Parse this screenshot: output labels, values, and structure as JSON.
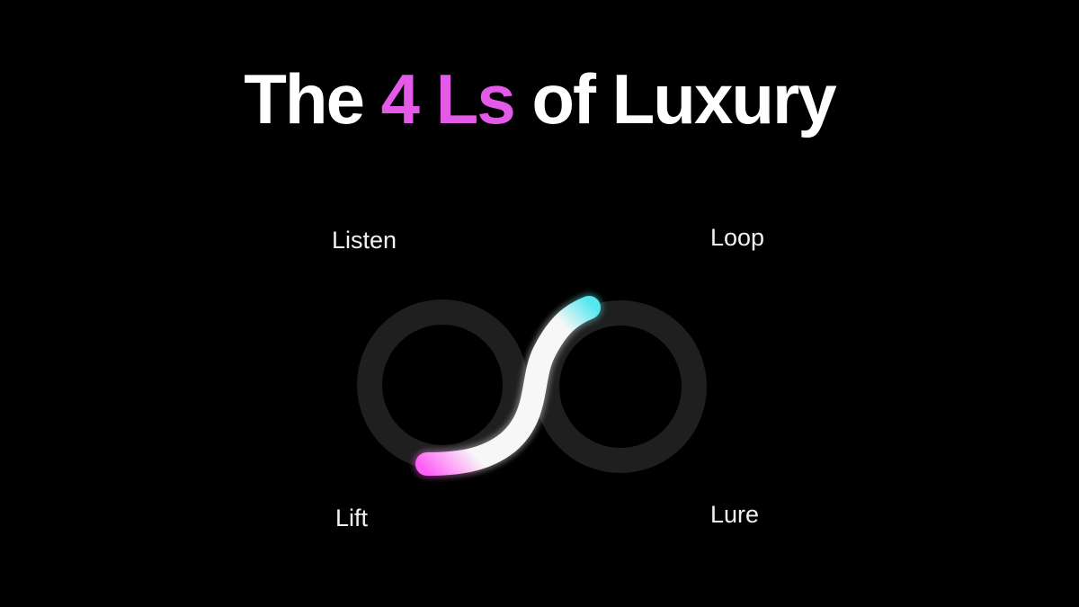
{
  "title": {
    "prefix": "The ",
    "highlight": "4 Ls",
    "suffix": " of Luxury"
  },
  "labels": {
    "listen": "Listen",
    "loop": "Loop",
    "lift": "Lift",
    "lure": "Lure"
  },
  "colors": {
    "background": "#000000",
    "title": "#ffffff",
    "accent": "#e35ae8",
    "ring": "#1f1f1f",
    "stroke_start": "#ff5ff5",
    "stroke_middle": "#f7f7f7",
    "stroke_end": "#55e6f0"
  }
}
